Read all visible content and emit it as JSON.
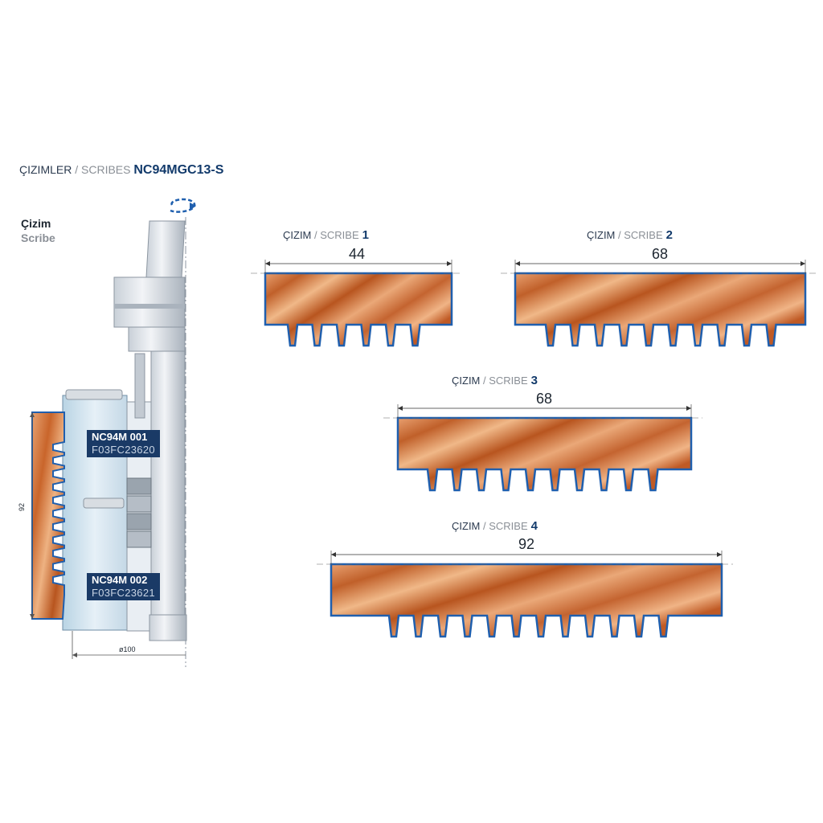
{
  "header": {
    "prefix_dark": "ÇIZIMLER",
    "separator": " / ",
    "prefix_grey": "SCRIBES",
    "code": "NC94MGC13-S"
  },
  "side_label": {
    "tr": "Çizim",
    "en": "Scribe"
  },
  "tool": {
    "parts": [
      {
        "code": "NC94M  001",
        "ref": "F03FC23620"
      },
      {
        "code": "NC94M  002",
        "ref": "F03FC23621"
      }
    ],
    "height_dim": "92",
    "diameter_dim": "ø100"
  },
  "scribes": [
    {
      "label_tr": "ÇIZIM",
      "label_en": "SCRIBE",
      "number": "1",
      "width": "44",
      "teeth": 6
    },
    {
      "label_tr": "ÇIZIM",
      "label_en": "SCRIBE",
      "number": "2",
      "width": "68",
      "teeth": 10
    },
    {
      "label_tr": "ÇIZIM",
      "label_en": "SCRIBE",
      "number": "3",
      "width": "68",
      "teeth": 10
    },
    {
      "label_tr": "ÇIZIM",
      "label_en": "SCRIBE",
      "number": "4",
      "width": "92",
      "teeth": 12
    }
  ],
  "colors": {
    "wood_light": "#e8a070",
    "wood_dark": "#b8551f",
    "outline": "#1f5fae",
    "navy": "#1a3a66"
  }
}
